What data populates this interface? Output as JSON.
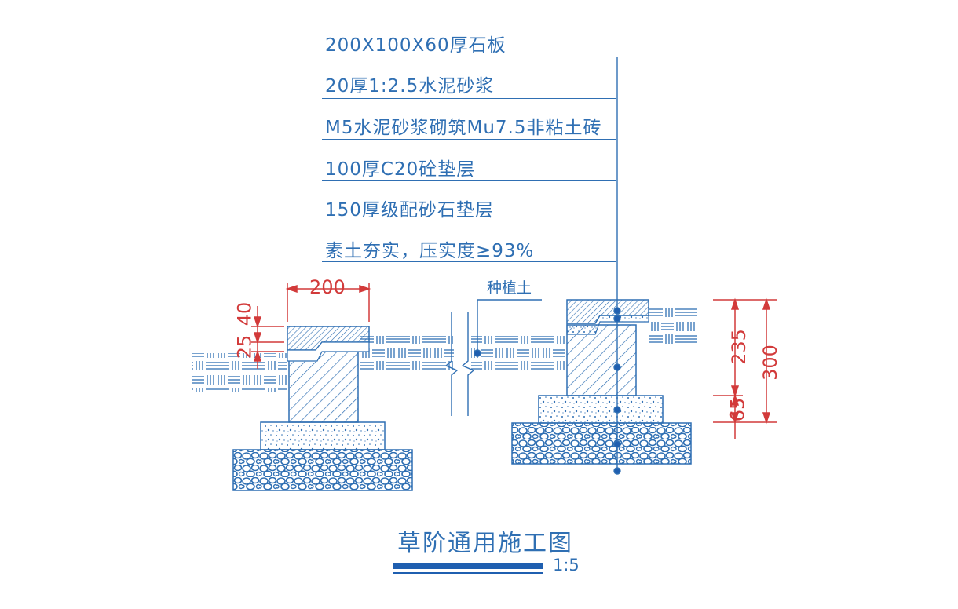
{
  "callouts": [
    "200X100X60厚石板",
    "20厚1:2.5水泥砂浆",
    "M5水泥砂浆砌筑Mu7.5非粘土砖",
    "100厚C20砼垫层",
    "150厚级配砂石垫层",
    "素土夯实，压实度≥93%"
  ],
  "labels": {
    "planting_soil": "种植土",
    "title": "草阶通用施工图",
    "scale": "1:5"
  },
  "dimensions": {
    "slab_width": "200",
    "left_40": "40",
    "left_25": "25",
    "right_235": "235",
    "right_65": "65",
    "right_300": "300"
  },
  "colors": {
    "blue": "#2f6fb3",
    "red": "#d23a3a",
    "title_bar": "#1f5fb0"
  }
}
